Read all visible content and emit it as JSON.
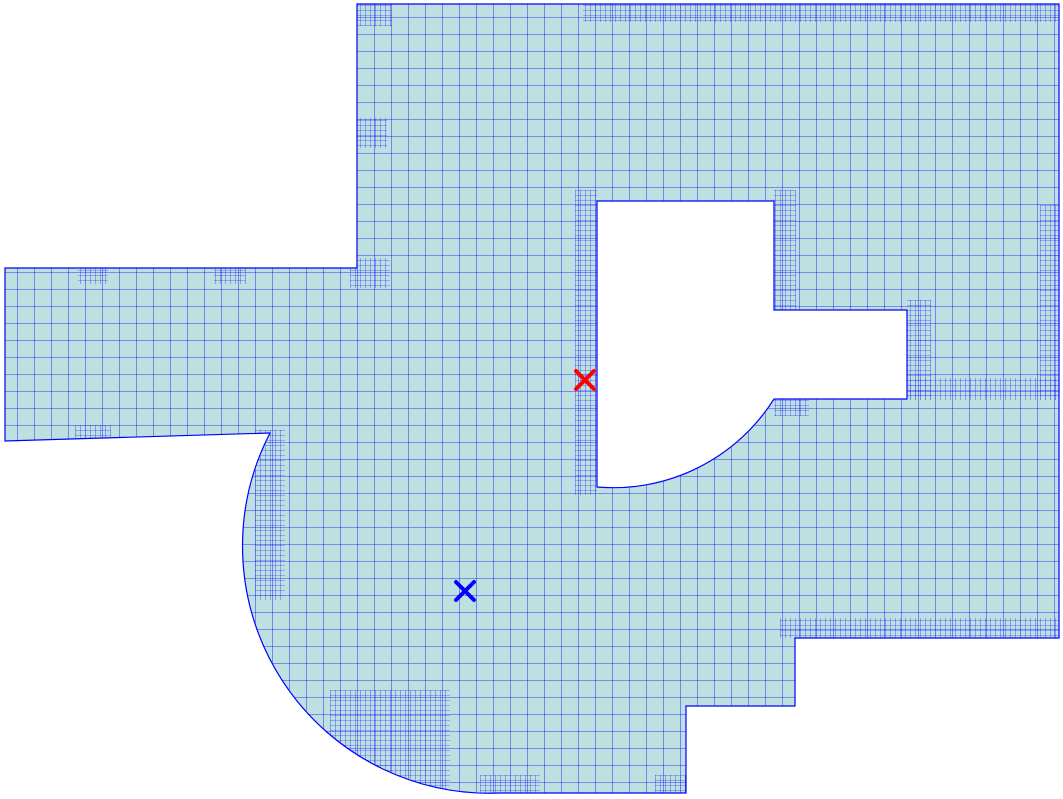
{
  "mesh": {
    "fill_color": "#bfe0e0",
    "line_color": "#0000ff",
    "background_color": "#ffffff"
  },
  "markers": [
    {
      "name": "red-cross-marker",
      "color": "#ff0000",
      "symbol": "cross"
    },
    {
      "name": "blue-cross-marker",
      "color": "#0000ff",
      "symbol": "cross"
    }
  ]
}
